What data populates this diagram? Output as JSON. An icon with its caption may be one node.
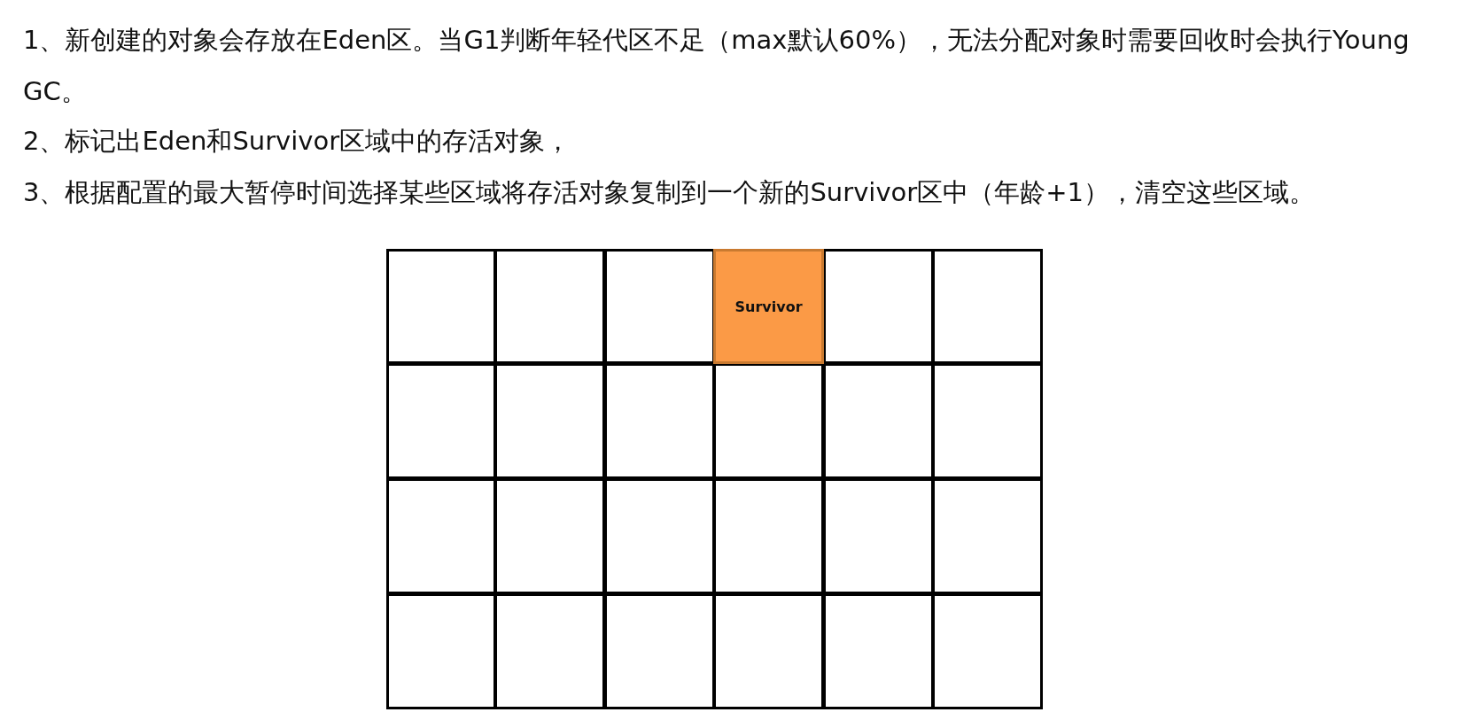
{
  "diagram": {
    "nodes": [
      {
        "text": [],
        "shape": "box"
      },
      {
        "text": [],
        "shape": "box"
      },
      {
        "text": [],
        "shape": "box"
      },
      {
        "text": [
          "Survivor"
        ]
      },
      {
        "text": [],
        "shape": "box"
      },
      {
        "text": [],
        "shape": "box"
      },
      {
        "text": [],
        "shape": "box"
      },
      {
        "text": [],
        "shape": "box"
      },
      {
        "text": [],
        "shape": "box"
      },
      {
        "text": [],
        "shape": "box"
      },
      {
        "text": [],
        "shape": "box"
      },
      {
        "text": [],
        "shape": "box"
      },
      {
        "text": [],
        "shape": "box"
      },
      {
        "text": [],
        "shape": "box"
      },
      {
        "text": [],
        "shape": "box"
      },
      {
        "text": [],
        "shape": "box"
      },
      {
        "text": [],
        "shape": "box"
      },
      {
        "text": [],
        "shape": "box"
      },
      {
        "text": [],
        "shape": "box"
      },
      {
        "text": [],
        "shape": "box"
      },
      {
        "text": [],
        "shape": "box"
      },
      {
        "text": [],
        "shape": "box"
      },
      {
        "text": [],
        "shape": "box"
      },
      {
        "text": [],
        "shape": "box"
      }
    ],
    "labels": [
      "1、新创建的对象会存放在Eden区。当G1判断年轻代区不足（max默认60%），无法分配对象时需要回收时会执行Young GC。",
      "2、标记出Eden和Survivor区域中的存活对象，",
      "3、根据配置的最大暂停时间选择某些区域将存活对象复制到一个新的Survivor区中（年龄+1），清空这些区域。"
    ]
  }
}
